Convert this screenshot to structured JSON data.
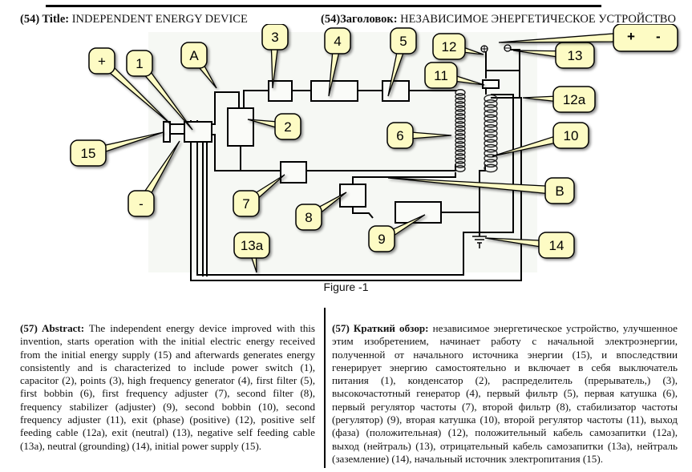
{
  "header": {
    "en_title_label": "(54) Title:",
    "en_title_value": "INDEPENDENT ENERGY DEVICE",
    "ru_title_label": "(54)Заголовок:",
    "ru_title_value": "НЕЗАВИСИМОЕ ЭНЕРГЕТИЧЕСКОЕ УСТРОЙСТВО"
  },
  "figure": {
    "caption": "Figure -1",
    "callouts": {
      "plus": "+",
      "one": "1",
      "a": "A",
      "three": "3",
      "four": "4",
      "five": "5",
      "twelve": "12",
      "plus_minus_plus": "+",
      "plus_minus_minus": "-",
      "thirteen": "13",
      "eleven": "11",
      "twelve_a": "12a",
      "fifteen": "15",
      "two": "2",
      "six": "6",
      "ten": "10",
      "seven": "7",
      "b": "B",
      "minus": "-",
      "eight": "8",
      "nine": "9",
      "fourteen": "14",
      "thirteen_a": "13a"
    },
    "colors": {
      "callout_fill": "#fdfbc4",
      "callout_stroke": "#000000",
      "wire": "#000000"
    }
  },
  "abstract_en": {
    "label": "(57) Abstract:",
    "text": " The independent energy device improved with this invention, starts operation with the initial electric energy received from the initial energy supply (15) and afterwards generates energy consistently and is characterized to include power switch (1), capacitor (2), points (3), high frequency generator (4), first filter (5), first bobbin (6), first frequency adjuster (7), second filter (8), frequency stabilizer (adjuster) (9), second bobbin (10), second frequency adjuster (11), exit (phase) (positive) (12), positive self feeding cable (12a), exit (neutral) (13), negative self feeding cable (13a), neutral (grounding) (14), initial power supply (15)."
  },
  "abstract_ru": {
    "label": "(57) Краткий обзор:",
    "text": " независимое энергетическое устройство, улучшенное этим изобретением, начинает работу с начальной электроэнергии, полученной от начального источника энергии (15), и впоследствии генерирует энергию самостоятельно и включает в себя выключатель питания (1), конденсатор (2), распределитель (прерыватель,) (3), высокочастотный генератор (4), первый фильтр (5), первая катушка (6), первый регулятор частоты (7), второй фильтр (8), стабилизатор частоты (регулятор) (9), вторая катушка (10), второй регулятор частоты (11), выход (фаза) (положительная) (12), положительный кабель самозапитки (12a), выход (нейтраль) (13), отрицательный кабель самозапитки (13a), нейтраль (заземление) (14), начальный источник электропитания (15)."
  }
}
